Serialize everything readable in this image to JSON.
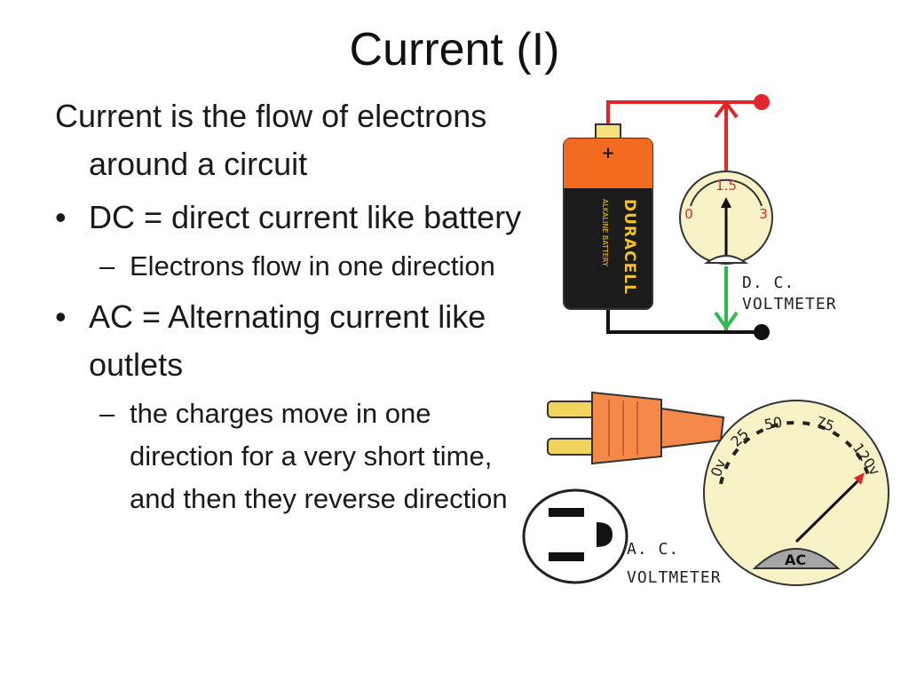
{
  "slide": {
    "title": "Current (I)",
    "body": {
      "intro": "Current is the flow of electrons around a circuit",
      "dc_bullet": "DC = direct current like battery",
      "dc_sub": "Electrons flow in one direction",
      "ac_bullet": "AC = Alternating current like outlets",
      "ac_sub": "the charges move in one direction for a very short time, and then they reverse direction"
    },
    "bullet_glyph": "•",
    "dash_glyph": "–"
  },
  "dc_illustration": {
    "battery_brand": "DURACELL",
    "battery_subtext": "ALKALINE BATTERY",
    "positive_sign": "+",
    "dial_center": "1.5",
    "dial_min": "0",
    "dial_max": "3",
    "label_line1": "D. C.",
    "label_line2": "VOLTMETER",
    "wire_colors": {
      "positive": "#e0262b",
      "negative": "#2fb84c"
    }
  },
  "ac_illustration": {
    "scale_labels": [
      "0v",
      "25",
      "50",
      "75",
      "120v"
    ],
    "meter_badge": "AC",
    "label_line1": "A. C.",
    "label_line2": "VOLTMETER"
  },
  "colors": {
    "battery_orange": "#f36b21",
    "battery_black": "#1b1b1b",
    "meter_face": "#f8f3c6",
    "plug_orange": "#f5894a"
  }
}
